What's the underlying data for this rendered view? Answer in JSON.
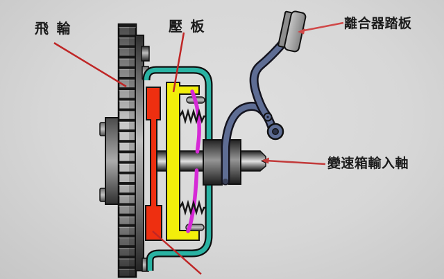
{
  "page": {
    "type": "technical-cutaway-diagram",
    "subject": "automotive clutch assembly",
    "background": "#d8d8d8"
  },
  "labels": {
    "flywheel": "飛 輪",
    "pressure_plate": "壓 板",
    "clutch_pedal": "離合器踏板",
    "transmission_input_shaft": "變速箱輸入軸"
  },
  "colors": {
    "annotation_line": "#bf2626",
    "label_text": "#1c1c1c",
    "clutch_cover_teal": "#2ab3a3",
    "pressure_plate_yellow": "#f2ee0b",
    "clutch_disc_red": "#ee2f10",
    "diaphragm_spring_magenta": "#d629d6",
    "pedal_linkage_slate": "#5e6d94",
    "metal_gray": "#9a9a9a"
  },
  "components": {
    "flywheel_ring_gear": "flywheel with ring gear teeth",
    "crank_hub": "crankshaft hub flange with bolts",
    "clutch_disc": "red clutch disc",
    "pressure_plate": "yellow pressure plate",
    "clutch_cover": "teal clutch cover housing",
    "diaphragm_spring": "magenta diaphragm spring",
    "coil_springs": "two coil springs",
    "release_bearing": "release bearing on input shaft",
    "release_fork": "clutch release fork with pivot",
    "input_shaft": "transmission input shaft",
    "pedal": "clutch pedal with linkage arm"
  }
}
